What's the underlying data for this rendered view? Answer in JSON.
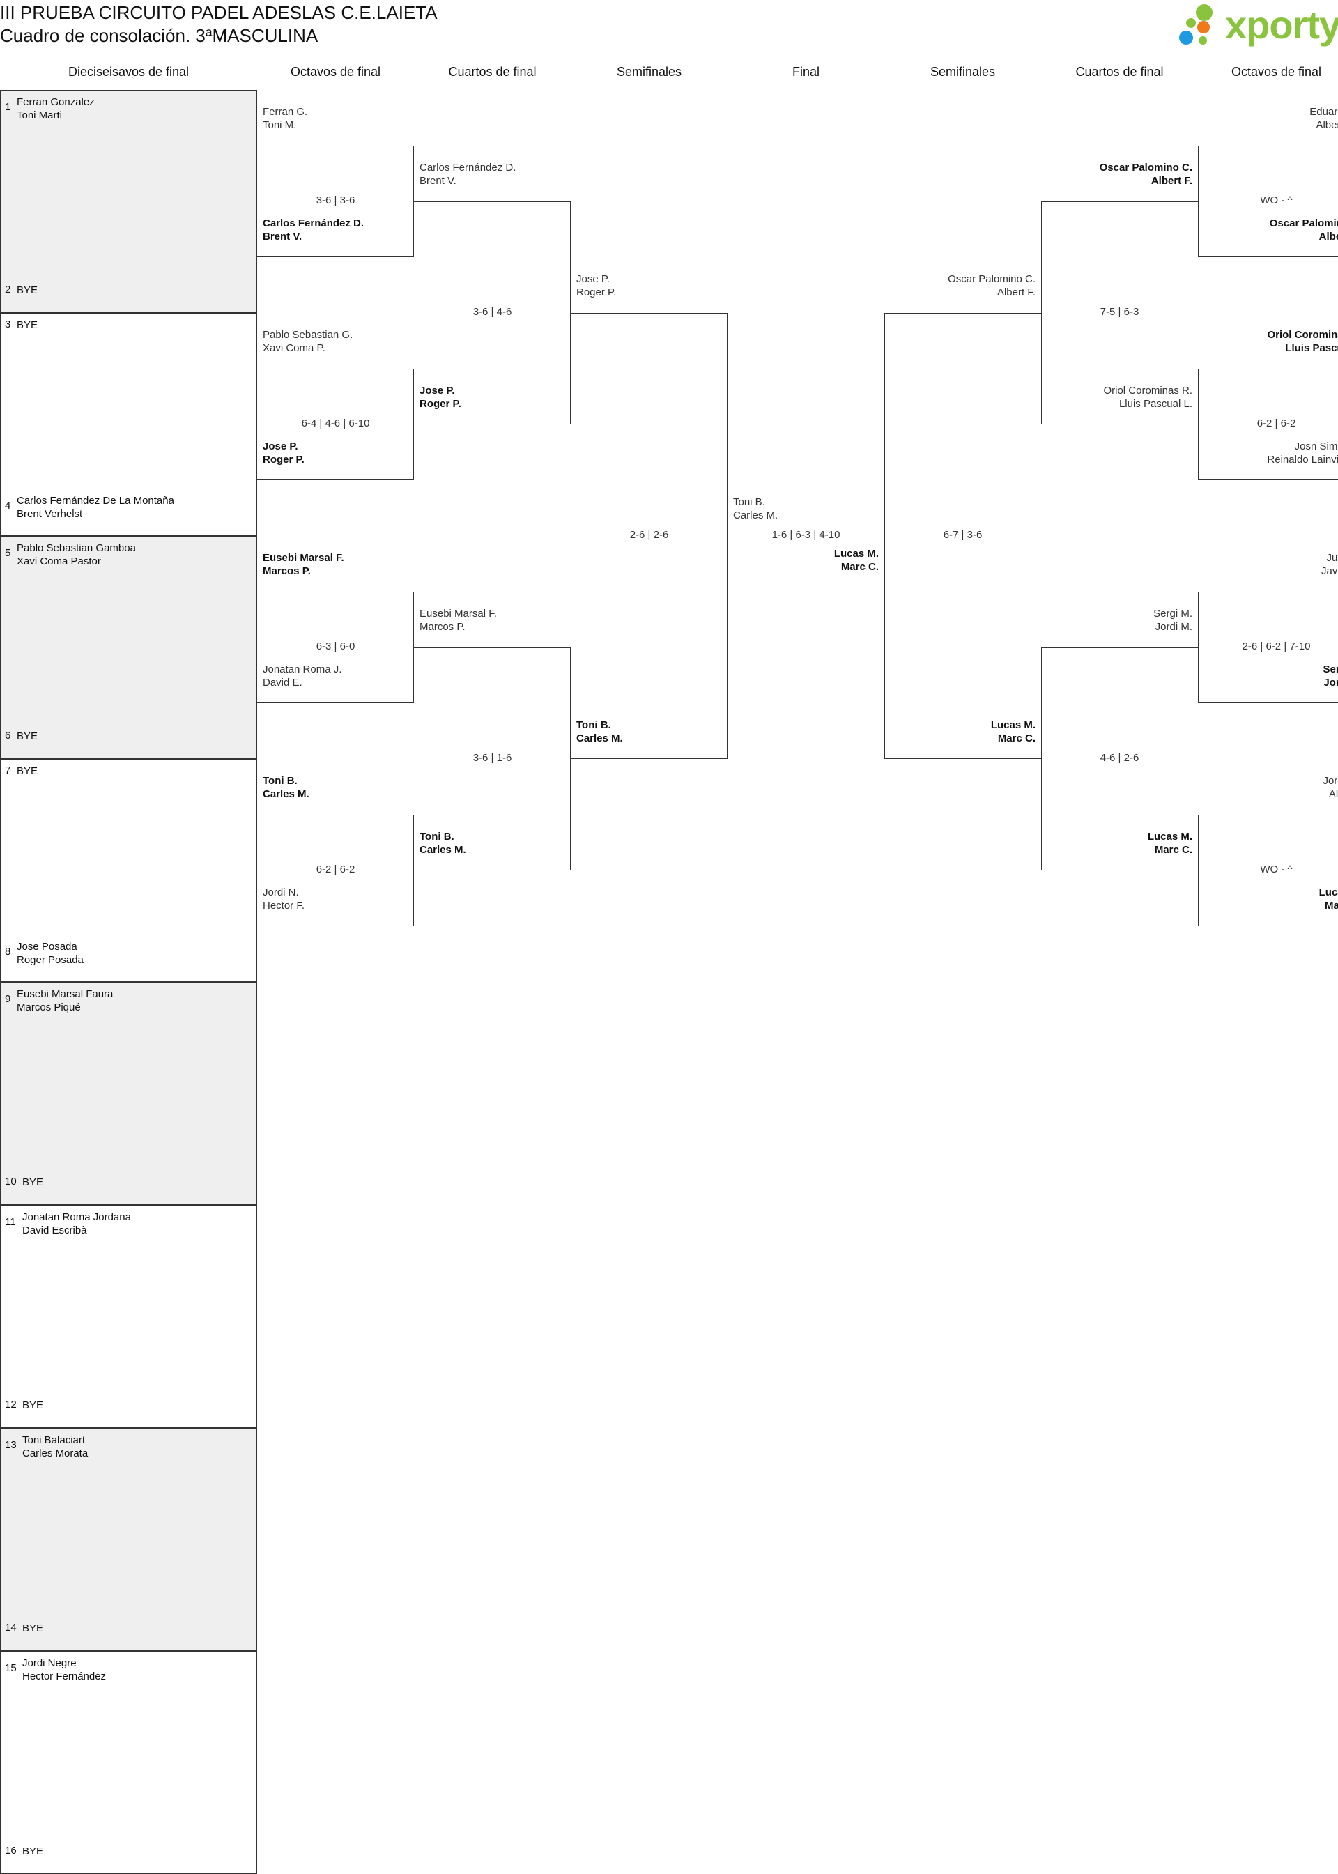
{
  "header": {
    "title": "III PRUEBA CIRCUITO PADEL ADESLAS C.E.LAIETA",
    "subtitle": "Cuadro de consolación. 3ªMASCULINA",
    "logo_text": "xporty"
  },
  "rounds": [
    "Dieciseisavos de final",
    "Octavos de final",
    "Cuartos de final",
    "Semifinales",
    "Final",
    "Semifinales",
    "Cuartos de final",
    "Octavos de final"
  ],
  "seeds": [
    {
      "n": "1",
      "names": [
        "Ferran Gonzalez",
        "Toni Marti"
      ]
    },
    {
      "n": "2",
      "names": [
        "BYE"
      ]
    },
    {
      "n": "3",
      "names": [
        "BYE"
      ]
    },
    {
      "n": "4",
      "names": [
        "Carlos Fernández De La Montaña",
        "Brent Verhelst"
      ]
    },
    {
      "n": "5",
      "names": [
        "Pablo Sebastian Gamboa",
        "Xavi Coma Pastor"
      ]
    },
    {
      "n": "6",
      "names": [
        "BYE"
      ]
    },
    {
      "n": "7",
      "names": [
        "BYE"
      ]
    },
    {
      "n": "8",
      "names": [
        "Jose Posada",
        "Roger Posada"
      ]
    },
    {
      "n": "9",
      "names": [
        "Eusebi Marsal Faura",
        "Marcos Piqué"
      ]
    },
    {
      "n": "10",
      "names": [
        "BYE"
      ]
    },
    {
      "n": "11",
      "names": [
        "Jonatan Roma Jordana",
        "David Escribà"
      ]
    },
    {
      "n": "12",
      "names": [
        "BYE"
      ]
    },
    {
      "n": "13",
      "names": [
        "Toni Balaciart",
        "Carles Morata"
      ]
    },
    {
      "n": "14",
      "names": [
        "BYE"
      ]
    },
    {
      "n": "15",
      "names": [
        "Jordi Negre",
        "Hector Fernández"
      ]
    },
    {
      "n": "16",
      "names": [
        "BYE"
      ]
    }
  ],
  "left_octavos": [
    {
      "top": [
        "Ferran G.",
        "Toni M."
      ],
      "bottom": [
        "Carlos Fernández D.",
        "Brent V."
      ],
      "winner": "bottom",
      "score": "3-6 | 3-6"
    },
    {
      "top": [
        "Pablo Sebastian G.",
        "Xavi Coma P."
      ],
      "bottom": [
        "Jose P.",
        "Roger P."
      ],
      "winner": "bottom",
      "score": "6-4 | 4-6 | 6-10"
    },
    {
      "top": [
        "Eusebi Marsal F.",
        "Marcos P."
      ],
      "bottom": [
        "Jonatan Roma J.",
        "David E."
      ],
      "winner": "top",
      "score": "6-3 | 6-0"
    },
    {
      "top": [
        "Toni B.",
        "Carles M."
      ],
      "bottom": [
        "Jordi N.",
        "Hector F."
      ],
      "winner": "top",
      "score": "6-2 | 6-2"
    }
  ],
  "left_cuartos": [
    {
      "top": [
        "Carlos Fernández D.",
        "Brent V."
      ],
      "bottom": [
        "Jose P.",
        "Roger P."
      ],
      "winner": "bottom",
      "score": "3-6 | 4-6"
    },
    {
      "top": [
        "Eusebi Marsal F.",
        "Marcos P."
      ],
      "bottom": [
        "Toni B.",
        "Carles M."
      ],
      "winner": "bottom",
      "score": "3-6 | 1-6"
    }
  ],
  "left_semi": {
    "top": [
      "Jose P.",
      "Roger P."
    ],
    "bottom": [
      "Toni B.",
      "Carles M."
    ],
    "winner": "bottom",
    "score": "2-6 | 2-6"
  },
  "final": {
    "left": [
      "Toni B.",
      "Carles M."
    ],
    "right": [
      "Lucas M.",
      "Marc C."
    ],
    "winner": "right",
    "score": "1-6 | 6-3 | 4-10"
  },
  "right_semi": {
    "top": [
      "Oscar Palomino C.",
      "Albert F."
    ],
    "bottom": [
      "Lucas M.",
      "Marc C."
    ],
    "winner": "bottom",
    "score": "6-7 | 3-6"
  },
  "right_cuartos": [
    {
      "top": [
        "Oscar Palomino C.",
        "Albert F."
      ],
      "bottom": [
        "Oriol Corominas R.",
        "Lluis Pascual L."
      ],
      "winner": "top",
      "score": "7-5 | 6-3"
    },
    {
      "top": [
        "Sergi M.",
        "Jordi M."
      ],
      "bottom": [
        "Lucas M.",
        "Marc C."
      ],
      "winner": "bottom",
      "score": "4-6 | 2-6"
    }
  ],
  "right_octavos": [
    {
      "top": [
        "Eduardo",
        "Alberto"
      ],
      "bottom": [
        "Oscar Palomino",
        "Albert"
      ],
      "winner": "bottom",
      "score": "WO - ^"
    },
    {
      "top": [
        "Oriol Corominas",
        "Lluis Pascua"
      ],
      "bottom": [
        "Josn Simon",
        "Reinaldo Lainville"
      ],
      "winner": "top",
      "score": "6-2 | 6-2"
    },
    {
      "top": [
        "Juan",
        "Javier"
      ],
      "bottom": [
        "Sergi",
        "Jordi"
      ],
      "winner": "bottom",
      "score": "2-6 | 6-2 | 7-10"
    },
    {
      "top": [
        "Jorge",
        "Alex"
      ],
      "bottom": [
        "Lucas",
        "Marc"
      ],
      "winner": "bottom",
      "score": "WO - ^"
    }
  ],
  "colors": {
    "shade": "#efefef",
    "line": "#333333",
    "logo_green": "#8ac43f",
    "dot_blue": "#1e9be0",
    "dot_orange": "#f07a1a",
    "dot_green": "#8ac43f"
  }
}
